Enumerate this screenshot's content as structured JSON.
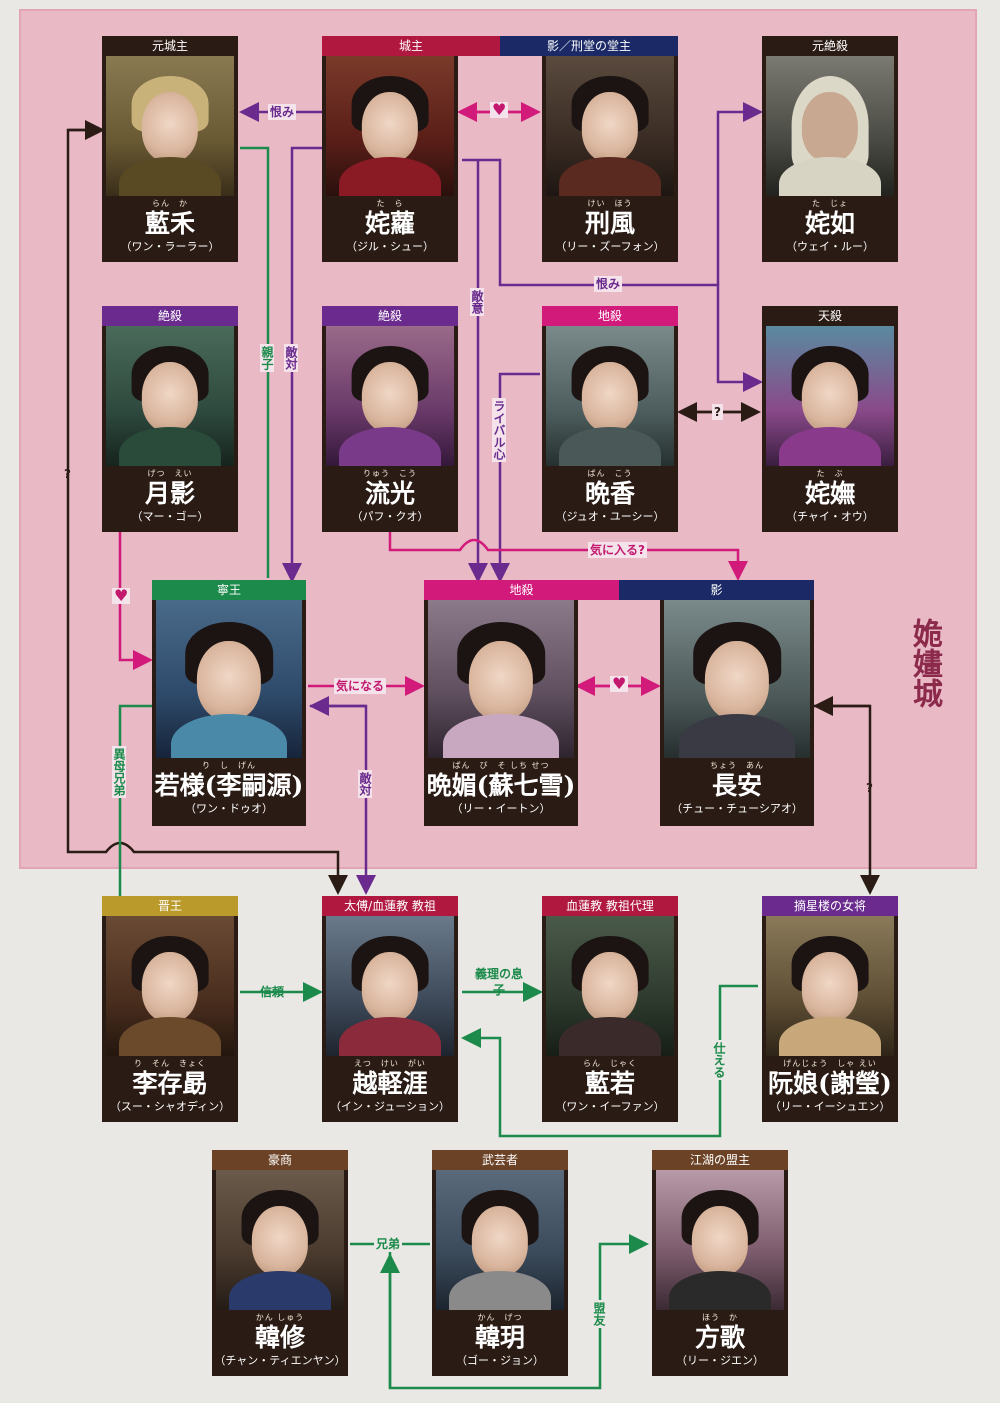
{
  "colors": {
    "purple": "#6a2a8e",
    "green": "#1b8a4a",
    "pink": "#d11a7a",
    "black": "#2a1b14",
    "navy": "#1b2a66",
    "brown": "#6b4226",
    "gold": "#b99a2a",
    "crimson": "#b01840",
    "castle_area": "#e9b9c6"
  },
  "castle": "姽嫿城",
  "cards": [
    {
      "id": "lanhe",
      "role": "元城主",
      "role_color": "#2a1b14",
      "ruby": "らん　か",
      "name": "藍禾",
      "actor": "（ワン・ラーラー）"
    },
    {
      "id": "tuoluo",
      "roles": [
        "城主",
        "影／刑堂の堂主"
      ],
      "role_colors": [
        "#b01840",
        "#1b2a66"
      ],
      "ruby": "た　ら",
      "name": "姹蘿",
      "actor": "（ジル・シュー）"
    },
    {
      "id": "xingfeng",
      "ruby": "けい　ほう",
      "name": "刑風",
      "actor": "（リー・ズーフォン）"
    },
    {
      "id": "tuoru",
      "role": "元絶殺",
      "role_color": "#2a1b14",
      "ruby": "た　じょ",
      "name": "姹如",
      "actor": "（ウェイ・ルー）"
    },
    {
      "id": "yueying",
      "role": "絶殺",
      "role_color": "#6a2a8e",
      "ruby": "げつ　えい",
      "name": "月影",
      "actor": "（マー・ゴー）"
    },
    {
      "id": "liuguang",
      "role": "絶殺",
      "role_color": "#6a2a8e",
      "ruby": "りゅう　こう",
      "name": "流光",
      "actor": "（パフ・クオ）"
    },
    {
      "id": "wanxiang",
      "role": "地殺",
      "role_color": "#d11a7a",
      "ruby": "ばん　こう",
      "name": "晩香",
      "actor": "（ジュオ・ユーシー）"
    },
    {
      "id": "tuoyan",
      "role": "天殺",
      "role_color": "#2a1b14",
      "ruby": "た　ぶ",
      "name": "姹嫵",
      "actor": "（チャイ・オウ）"
    },
    {
      "id": "ruoyang",
      "role": "寧王",
      "role_color": "#1b8a4a",
      "ruby": "り　し　げん",
      "name": "若様(李嗣源)",
      "actor": "（ワン・ドゥオ）"
    },
    {
      "id": "wanmei",
      "roles": [
        "地殺",
        "影"
      ],
      "role_colors": [
        "#d11a7a",
        "#1b2a66"
      ],
      "ruby": "ばん　び　そ しち せつ",
      "name": "晩媚(蘇七雪)",
      "actor": "（リー・イートン）"
    },
    {
      "id": "changan",
      "ruby": "ちょう　あん",
      "name": "長安",
      "actor": "（チュー・チューシアオ）"
    },
    {
      "id": "licunxu",
      "role": "晋王",
      "role_color": "#b99a2a",
      "ruby": "り　そん　きょく",
      "name": "李存勗",
      "actor": "（スー・シャオディン）"
    },
    {
      "id": "yueqingya",
      "role": "太傅/血蓮教 教祖",
      "role_color": "#b01840",
      "ruby": "えつ　けい　がい",
      "name": "越軽涯",
      "actor": "（イン・ジューション）"
    },
    {
      "id": "lanruo",
      "role": "血蓮教 教祖代理",
      "role_color": "#b01840",
      "ruby": "らん　じゃく",
      "name": "藍若",
      "actor": "（ワン・イーファン）"
    },
    {
      "id": "ruanniang",
      "role": "摘星楼の女将",
      "role_color": "#6a2a8e",
      "ruby": "げんじょう　しゃ えい",
      "name": "阮娘(謝瑩)",
      "actor": "（リー・イーシュエン）"
    },
    {
      "id": "hanxiu",
      "role": "豪商",
      "role_color": "#6b4226",
      "ruby": "かん しゅう",
      "name": "韓修",
      "actor": "（チャン・ティエンヤン）"
    },
    {
      "id": "hanyue",
      "role": "武芸者",
      "role_color": "#6b4226",
      "ruby": "かん　げつ",
      "name": "韓玥",
      "actor": "（ゴー・ジョン）"
    },
    {
      "id": "fangge",
      "role": "江湖の盟主",
      "role_color": "#6b4226",
      "ruby": "ほう　か",
      "name": "方歌",
      "actor": "（リー・ジエン）"
    }
  ],
  "relations": {
    "urami1": "恨み",
    "love1": "♥",
    "urami2": "恨み",
    "teki1": "敵意",
    "oyako": "親子",
    "taiteki1": "敵対",
    "rival": "ライバル心",
    "q1": "?",
    "q2": "?",
    "q3": "?",
    "kiniiru": "気に入る?",
    "love2": "♥",
    "kininaru": "気になる",
    "love3": "♥",
    "taiteki2": "敵対",
    "ibo": "異母兄弟",
    "shinrai": "信頼",
    "giri": "義理の息子",
    "tsukaeru": "仕える",
    "kyodai": "兄弟",
    "meiyu": "盟友"
  }
}
